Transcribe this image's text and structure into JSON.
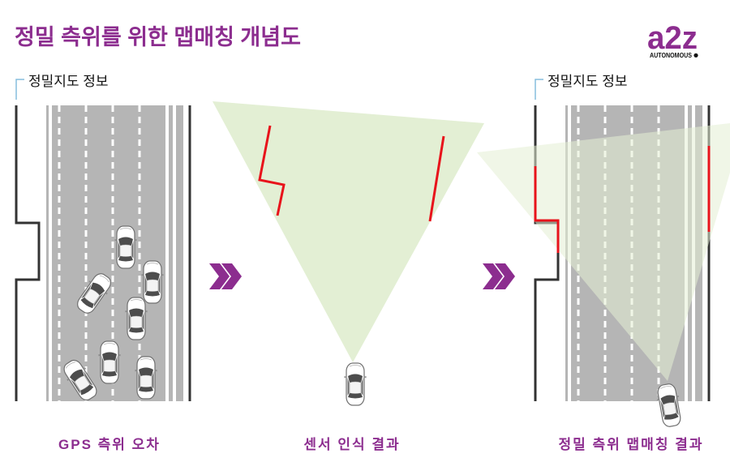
{
  "title": "정밀 측위를 위한 맵매칭 개념도",
  "logo": {
    "mark": "a2z",
    "tagline": "AUTONOMOUS"
  },
  "panels": [
    {
      "map_label": "정밀지도 정보",
      "caption": "GPS 측위 오차"
    },
    {
      "caption": "센서 인식 결과"
    },
    {
      "map_label": "정밀지도 정보",
      "caption": "정밀 측위 맵매칭 결과"
    }
  ],
  "icons": {
    "flow_arrow": "double-chevron-right-icon",
    "vehicle": "car-top-view-icon"
  },
  "colors": {
    "accent": "#8C2D8F",
    "road": "#B5B5B5",
    "road_edge": "#333333",
    "lane_marking": "#FFFFFF",
    "sensor_field": "#E3EFD4",
    "detected_line": "#E8131B",
    "bracket": "#86BEDD"
  }
}
